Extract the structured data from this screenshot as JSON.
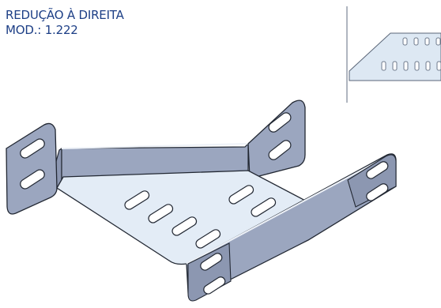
{
  "caption": {
    "line1": "REDUÇÃO À DIREITA",
    "line2": "MOD.: 1.222"
  },
  "colors": {
    "caption_text": "#1d3f86",
    "wall_metal": "#9ba6bf",
    "floor_metal": "#e3ecf6",
    "outline": "#222833",
    "thumb_floor": "#dde8f3"
  },
  "illustration": {
    "subject": "cable-tray-right-reducer",
    "thumbnail_subject": "cable-tray-reducer-detail"
  }
}
